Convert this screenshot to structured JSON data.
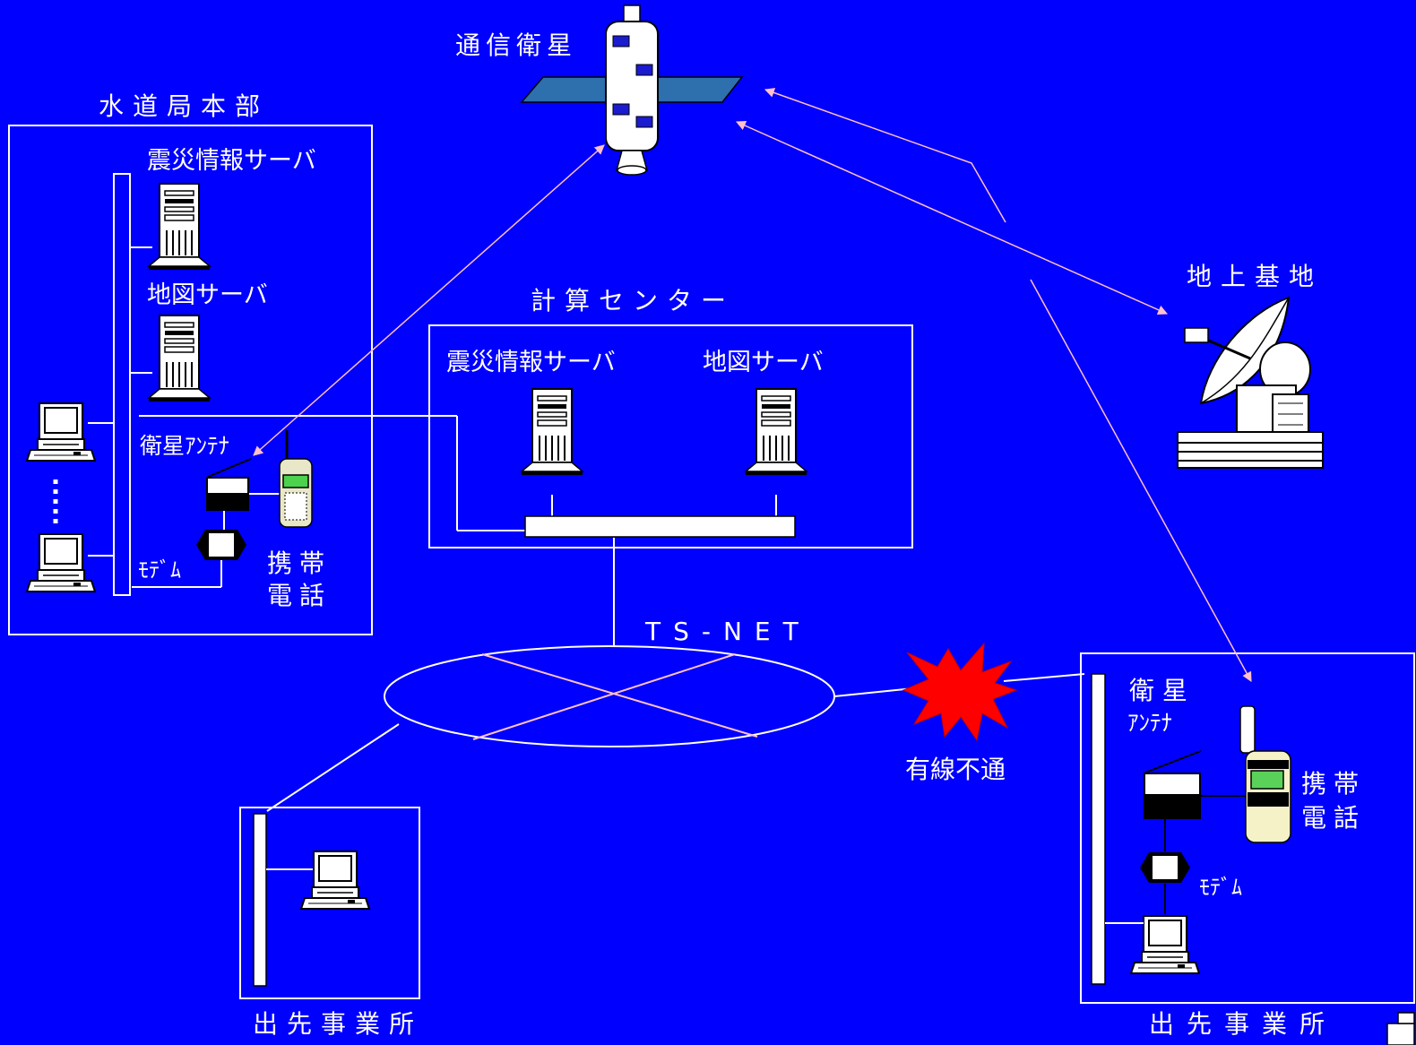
{
  "colors": {
    "background": "#0000fe",
    "line": "#ffffff",
    "arrow": "#ffc0cb",
    "burst": "#ff0000",
    "solar_panel": "#2e6fae"
  },
  "satellite": {
    "label": "通信衛星",
    "icon": "satellite-icon"
  },
  "ground_station": {
    "label": "地上基地",
    "icon": "satellite-dish-icon"
  },
  "headquarters": {
    "title": "水道局本部",
    "quake_server": "震災情報サーバ",
    "map_server": "地図サーバ",
    "antenna": "衛星ｱﾝﾃﾅ",
    "modem": "ﾓﾃﾞﾑ",
    "phone_line1": "携帯",
    "phone_line2": "電話"
  },
  "computer_center": {
    "title": "計算センター",
    "quake_server": "震災情報サーバ",
    "map_server": "地図サーバ"
  },
  "network": {
    "label": "TS-NET"
  },
  "outage": {
    "label": "有線不通"
  },
  "branch_left": {
    "title": "出先事業所"
  },
  "branch_right": {
    "title": "出先事業所",
    "antenna_line1": "衛 星",
    "antenna_line2": "ｱﾝﾃﾅ",
    "modem": "ﾓﾃﾞﾑ",
    "phone_line1": "携帯",
    "phone_line2": "電話"
  }
}
